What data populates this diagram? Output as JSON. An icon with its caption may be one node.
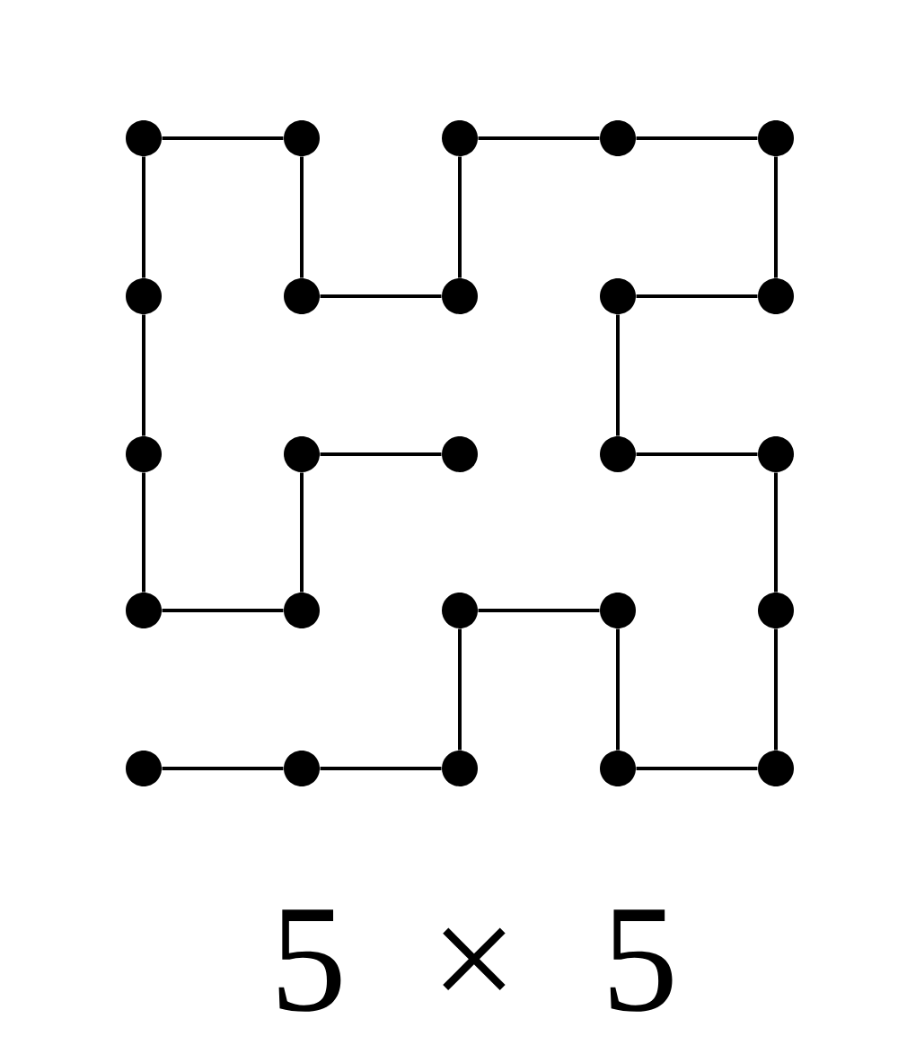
{
  "diagram": {
    "nodes": [
      {
        "text": [],
        "shape": "circle"
      },
      {
        "text": [],
        "shape": "circle"
      },
      {
        "text": [],
        "shape": "circle"
      },
      {
        "text": [],
        "shape": "circle"
      },
      {
        "text": [],
        "shape": "circle"
      },
      {
        "text": [],
        "shape": "circle"
      },
      {
        "text": [],
        "shape": "circle"
      },
      {
        "text": [],
        "shape": "circle"
      },
      {
        "text": [],
        "shape": "circle"
      },
      {
        "text": [],
        "shape": "circle"
      },
      {
        "text": [],
        "shape": "circle"
      },
      {
        "text": [],
        "shape": "circle"
      },
      {
        "text": [],
        "shape": "circle"
      },
      {
        "text": [],
        "shape": "circle"
      },
      {
        "text": [],
        "shape": "circle"
      },
      {
        "text": [],
        "shape": "circle"
      },
      {
        "text": [],
        "shape": "circle"
      },
      {
        "text": [],
        "shape": "circle"
      },
      {
        "text": [],
        "shape": "circle"
      },
      {
        "text": [],
        "shape": "circle"
      },
      {
        "text": [],
        "shape": "circle"
      },
      {
        "text": [],
        "shape": "circle"
      },
      {
        "text": [],
        "shape": "circle"
      },
      {
        "text": [],
        "shape": "circle"
      },
      {
        "text": [],
        "shape": "circle"
      }
    ],
    "edges": [
      {
        "from": 12,
        "to": 11,
        "arrow": "none"
      },
      {
        "from": 11,
        "to": 16,
        "arrow": "none"
      },
      {
        "from": 16,
        "to": 15,
        "arrow": "none"
      },
      {
        "from": 15,
        "to": 10,
        "arrow": "none"
      },
      {
        "from": 10,
        "to": 5,
        "arrow": "none"
      },
      {
        "from": 5,
        "to": 0,
        "arrow": "none"
      },
      {
        "from": 0,
        "to": 1,
        "arrow": "none"
      },
      {
        "from": 1,
        "to": 6,
        "arrow": "none"
      },
      {
        "from": 6,
        "to": 7,
        "arrow": "none"
      },
      {
        "from": 7,
        "to": 2,
        "arrow": "none"
      },
      {
        "from": 2,
        "to": 3,
        "arrow": "none"
      },
      {
        "from": 3,
        "to": 4,
        "arrow": "none"
      },
      {
        "from": 4,
        "to": 9,
        "arrow": "none"
      },
      {
        "from": 9,
        "to": 8,
        "arrow": "none"
      },
      {
        "from": 8,
        "to": 13,
        "arrow": "none"
      },
      {
        "from": 13,
        "to": 14,
        "arrow": "none"
      },
      {
        "from": 14,
        "to": 19,
        "arrow": "none"
      },
      {
        "from": 19,
        "to": 24,
        "arrow": "none"
      },
      {
        "from": 24,
        "to": 23,
        "arrow": "none"
      },
      {
        "from": 23,
        "to": 18,
        "arrow": "none"
      },
      {
        "from": 18,
        "to": 17,
        "arrow": "none"
      },
      {
        "from": 17,
        "to": 22,
        "arrow": "none"
      },
      {
        "from": 22,
        "to": 21,
        "arrow": "none"
      },
      {
        "from": 21,
        "to": 20,
        "arrow": "none"
      }
    ],
    "labels": [
      "5 × 5"
    ]
  }
}
